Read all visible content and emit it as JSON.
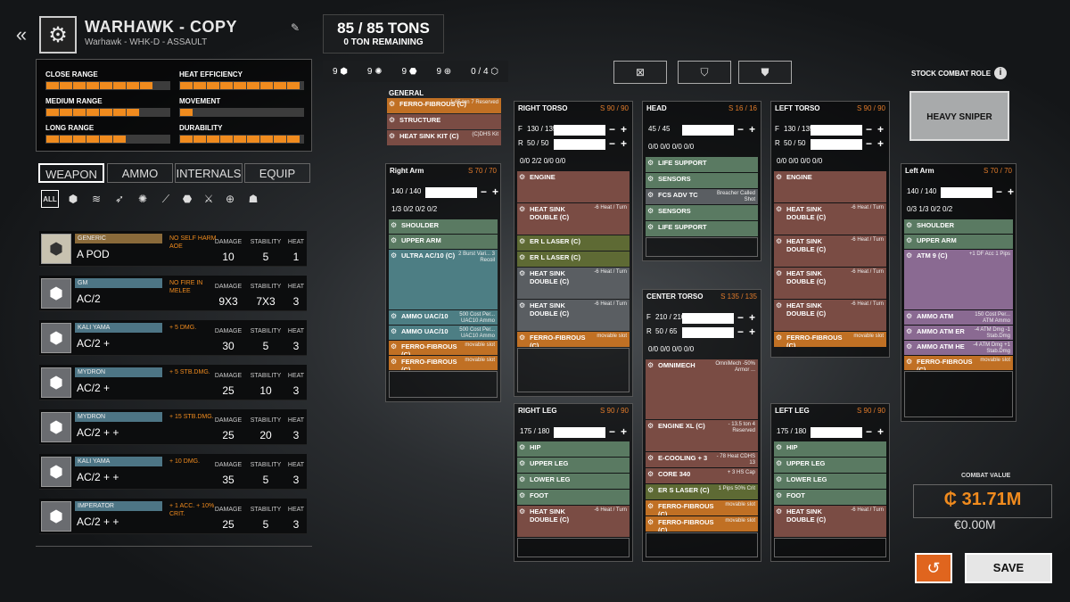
{
  "header": {
    "back_icon": "double-chevron-left-icon",
    "name": "WARHAWK - COPY",
    "subtitle": "Warhawk - WHK-D - ASSAULT",
    "edit_icon": "pencil-icon"
  },
  "stats": [
    {
      "label": "CLOSE RANGE",
      "level": 0.9
    },
    {
      "label": "HEAT EFFICIENCY",
      "level": 1.0
    },
    {
      "label": "MEDIUM RANGE",
      "level": 0.75
    },
    {
      "label": "MOVEMENT",
      "level": 0.12
    },
    {
      "label": "LONG RANGE",
      "level": 0.7
    },
    {
      "label": "DURABILITY",
      "level": 1.0
    }
  ],
  "tabs": [
    "WEAPON",
    "AMMO",
    "INTERNALS",
    "EQUIP"
  ],
  "filters": {
    "all": "ALL"
  },
  "weapons": [
    {
      "brand": "GENERIC",
      "name": "A POD",
      "perk": "NO SELF HARM AOE",
      "damage": "10",
      "stability": "5",
      "heat": "1",
      "brand_color": "#8a6a3a"
    },
    {
      "brand": "GM",
      "name": "AC/2",
      "perk": "NO FIRE IN MELEE",
      "damage": "9X3",
      "stability": "7X3",
      "heat": "3",
      "brand_color": "#4d7585"
    },
    {
      "brand": "KALI YAMA",
      "name": "AC/2 +",
      "perk": "+ 5 DMG.",
      "damage": "30",
      "stability": "5",
      "heat": "3",
      "brand_color": "#4d7585"
    },
    {
      "brand": "MYDRON",
      "name": "AC/2 +",
      "perk": "+ 5 STB.DMG.",
      "damage": "25",
      "stability": "10",
      "heat": "3",
      "brand_color": "#4d7585"
    },
    {
      "brand": "MYDRON",
      "name": "AC/2 + +",
      "perk": "+ 15 STB.DMG.",
      "damage": "25",
      "stability": "20",
      "heat": "3",
      "brand_color": "#4d7585"
    },
    {
      "brand": "KALI YAMA",
      "name": "AC/2 + +",
      "perk": "+ 10 DMG.",
      "damage": "35",
      "stability": "5",
      "heat": "3",
      "brand_color": "#4d7585"
    },
    {
      "brand": "IMPERATOR",
      "name": "AC/2 + +",
      "perk": "+ 1 ACC. + 10% CRIT.",
      "damage": "25",
      "stability": "5",
      "heat": "3",
      "brand_color": "#4d7585"
    }
  ],
  "stat_labels": {
    "damage": "DAMAGE",
    "stability": "STABILITY",
    "heat": "HEAT"
  },
  "tonnage": {
    "value": "85 / 85 TONS",
    "remaining": "0 TON REMAINING"
  },
  "slot_counts": [
    "9",
    "9",
    "9",
    "9",
    "0 / 4"
  ],
  "role": {
    "label": "STOCK COMBAT ROLE",
    "info": "i",
    "value": "HEAVY SNIPER"
  },
  "combat": {
    "label": "COMBAT VALUE",
    "value": "31.71M",
    "sub": "€0.00M"
  },
  "buttons": {
    "save": "SAVE"
  },
  "general": {
    "title": "GENERAL",
    "items": [
      {
        "name": "FERRO-FIBROUS (C)",
        "desc": "- 1.65 ton 7 Reserved",
        "color": "orange"
      },
      {
        "name": "STRUCTURE",
        "desc": "",
        "color": "brown"
      },
      {
        "name": "HEAT SINK KIT (C)",
        "desc": "(C)DHS Kit",
        "color": "brown"
      }
    ]
  },
  "panels": {
    "right_arm": {
      "title": "Right Arm",
      "cap": "S 70 / 70",
      "hp": "140 / 140",
      "counts": "1/3  0/2  0/2  0/2",
      "slots": [
        {
          "name": "SHOULDER",
          "desc": "",
          "color": "green"
        },
        {
          "name": "UPPER ARM",
          "desc": "",
          "color": "green"
        },
        {
          "name": "ULTRA AC/10 (C)",
          "desc": "2 Burst Vari... 3 Recoil",
          "color": "teal"
        },
        {
          "name": "AMMO UAC/10",
          "desc": "500 Cost Per... UAC10 Ammo",
          "color": "teal"
        },
        {
          "name": "AMMO UAC/10",
          "desc": "500 Cost Per... UAC10 Ammo",
          "color": "teal"
        },
        {
          "name": "FERRO-FIBROUS (C)",
          "desc": "movable slot",
          "color": "orange"
        },
        {
          "name": "FERRO-FIBROUS (C)",
          "desc": "movable slot",
          "color": "orange"
        }
      ]
    },
    "right_torso": {
      "title": "RIGHT TORSO",
      "cap": "S 90 / 90",
      "front": "130 / 135",
      "rear": "50 / 50",
      "counts": "0/0  2/2  0/0  0/0",
      "slots": [
        {
          "name": "ENGINE",
          "desc": "",
          "color": "brown"
        },
        {
          "name": "HEAT SINK DOUBLE (C)",
          "desc": "-6 Heat / Turn",
          "color": "brown"
        },
        {
          "name": "ER L LASER (C)",
          "desc": "",
          "color": "olive"
        },
        {
          "name": "ER L LASER (C)",
          "desc": "",
          "color": "olive"
        },
        {
          "name": "HEAT SINK DOUBLE (C)",
          "desc": "-6 Heat / Turn",
          "color": "gray"
        },
        {
          "name": "HEAT SINK DOUBLE (C)",
          "desc": "-6 Heat / Turn",
          "color": "gray"
        },
        {
          "name": "FERRO-FIBROUS (C)",
          "desc": "movable slot",
          "color": "orange"
        }
      ]
    },
    "head": {
      "title": "HEAD",
      "cap": "S 16 / 16",
      "hp": "45 / 45",
      "counts": "0/0  0/0  0/0  0/0",
      "slots": [
        {
          "name": "LIFE SUPPORT",
          "desc": "",
          "color": "green"
        },
        {
          "name": "SENSORS",
          "desc": "",
          "color": "green"
        },
        {
          "name": "FCS ADV TC",
          "desc": "Breacher Called Shot",
          "color": "gray"
        },
        {
          "name": "SENSORS",
          "desc": "",
          "color": "green"
        },
        {
          "name": "LIFE SUPPORT",
          "desc": "",
          "color": "green"
        }
      ]
    },
    "center_torso": {
      "title": "CENTER TORSO",
      "cap": "S 135 / 135",
      "front": "210 / 210",
      "rear": "50 / 65",
      "counts": "0/0  0/0  0/0  0/0",
      "slots": [
        {
          "name": "OMNIMECH",
          "desc": "OmniMech -50% Armor ...",
          "color": "brown"
        },
        {
          "name": "ENGINE XL (C)",
          "desc": "- 13.5 ton 4 Reserved",
          "color": "brown"
        },
        {
          "name": "E-COOLING + 3",
          "desc": "- 78 Heat CDHS 13",
          "color": "brown"
        },
        {
          "name": "CORE 340",
          "desc": "+ 3 HS Cap",
          "color": "brown"
        },
        {
          "name": "ER S LASER (C)",
          "desc": "1 Pips 50% Crit",
          "color": "olive"
        },
        {
          "name": "FERRO-FIBROUS (C)",
          "desc": "movable slot",
          "color": "orange"
        },
        {
          "name": "FERRO-FIBROUS (C)",
          "desc": "movable slot",
          "color": "orange"
        }
      ]
    },
    "left_torso": {
      "title": "LEFT TORSO",
      "cap": "S 90 / 90",
      "front": "130 / 135",
      "rear": "50 / 50",
      "counts": "0/0  0/0  0/0  0/0",
      "slots": [
        {
          "name": "ENGINE",
          "desc": "",
          "color": "brown"
        },
        {
          "name": "HEAT SINK DOUBLE (C)",
          "desc": "-6 Heat / Turn",
          "color": "brown"
        },
        {
          "name": "HEAT SINK DOUBLE (C)",
          "desc": "-6 Heat / Turn",
          "color": "brown"
        },
        {
          "name": "HEAT SINK DOUBLE (C)",
          "desc": "-6 Heat / Turn",
          "color": "brown"
        },
        {
          "name": "HEAT SINK DOUBLE (C)",
          "desc": "-6 Heat / Turn",
          "color": "brown"
        },
        {
          "name": "FERRO-FIBROUS (C)",
          "desc": "movable slot",
          "color": "orange"
        }
      ]
    },
    "left_arm": {
      "title": "Left Arm",
      "cap": "S 70 / 70",
      "hp": "140 / 140",
      "counts": "0/3  1/3  0/2  0/2",
      "slots": [
        {
          "name": "SHOULDER",
          "desc": "",
          "color": "green"
        },
        {
          "name": "UPPER ARM",
          "desc": "",
          "color": "green"
        },
        {
          "name": "ATM 9 (C)",
          "desc": "+1 DF Acc 1 Pips",
          "color": "purple"
        },
        {
          "name": "AMMO ATM",
          "desc": "150 Cost Per... ATM Ammo",
          "color": "purple"
        },
        {
          "name": "AMMO ATM ER",
          "desc": "-4 ATM Dmg -1 Stab.Dmg",
          "color": "purple"
        },
        {
          "name": "AMMO ATM HE",
          "desc": "-4 ATM Dmg +1 Stab.Dmg",
          "color": "purple"
        },
        {
          "name": "FERRO-FIBROUS (C)",
          "desc": "movable slot",
          "color": "orange"
        }
      ]
    },
    "right_leg": {
      "title": "RIGHT LEG",
      "cap": "S 90 / 90",
      "hp": "175 / 180",
      "slots": [
        {
          "name": "HIP",
          "desc": "",
          "color": "green"
        },
        {
          "name": "UPPER LEG",
          "desc": "",
          "color": "green"
        },
        {
          "name": "LOWER LEG",
          "desc": "",
          "color": "green"
        },
        {
          "name": "FOOT",
          "desc": "",
          "color": "green"
        },
        {
          "name": "HEAT SINK DOUBLE (C)",
          "desc": "-6 Heat / Turn",
          "color": "brown"
        }
      ]
    },
    "left_leg": {
      "title": "LEFT LEG",
      "cap": "S 90 / 90",
      "hp": "175 / 180",
      "slots": [
        {
          "name": "HIP",
          "desc": "",
          "color": "green"
        },
        {
          "name": "UPPER LEG",
          "desc": "",
          "color": "green"
        },
        {
          "name": "LOWER LEG",
          "desc": "",
          "color": "green"
        },
        {
          "name": "FOOT",
          "desc": "",
          "color": "green"
        },
        {
          "name": "HEAT SINK DOUBLE (C)",
          "desc": "-6 Heat / Turn",
          "color": "brown"
        }
      ]
    }
  }
}
